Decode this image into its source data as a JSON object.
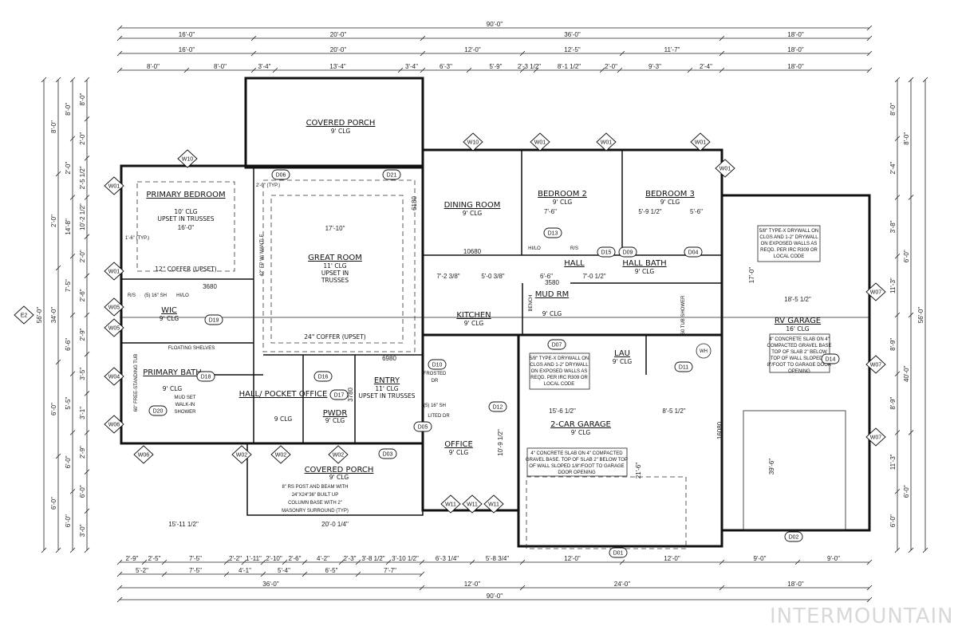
{
  "dims_top": [
    [
      "90'-0\""
    ],
    [
      "16'-0\"",
      "20'-0\"",
      "36'-0\"",
      "18'-0\""
    ],
    [
      "16'-0\"",
      "20'-0\"",
      "12'-0\"",
      "12'-5\"",
      "11'-7\"",
      "18'-0\""
    ],
    [
      "8'-0\"",
      "8'-0\"",
      "3'-4\"",
      "13'-4\"",
      "3'-4\"",
      "6'-3\"",
      "5'-9\"",
      "2'-3 1/2\"",
      "8'-1 1/2\"",
      "2'-0\"",
      "9'-3\"",
      "2'-4\"",
      "18'-0\""
    ]
  ],
  "dims_bottom": [
    [
      "2'-9\"",
      "2'-5\"",
      "7'-5\"",
      "2'-2\"",
      "1'-11\"",
      "2'-10\"",
      "2'-6\"",
      "4'-2\"",
      "2'-3\"",
      "3'-8 1/2\"",
      "3'-10 1/2\"",
      "6'-3 1/4\"",
      "5'-8 3/4\"",
      "12'-0\"",
      "12'-0\"",
      "9'-0\"",
      "9'-0\""
    ],
    [
      "5'-2\"",
      "7'-5\"",
      "4'-1\"",
      "5'-4\"",
      "6'-5\"",
      "7'-7\""
    ],
    [
      "36'-0\"",
      "12'-0\"",
      "24'-0\"",
      "18'-0\""
    ],
    [
      "90'-0\""
    ]
  ],
  "dims_left": [
    [
      "56'-0\""
    ],
    [
      "8'-0\"",
      "2'-0\"",
      "34'-0\"",
      "6'-0\"",
      "6'-0\""
    ],
    [
      "8'-0\"",
      "2'-0\"",
      "14'-8\"",
      "7'-5\"",
      "6'-6\"",
      "5'-5\"",
      "6'-0\"",
      "6'-0\""
    ],
    [
      "8'-0\"",
      "2'-0\"",
      "2'-5 1/2\"",
      "10'-2 1/2\"",
      "2'-0\"",
      "2'-6\"",
      "2'-9\"",
      "3'-5\"",
      "3'-1\"",
      "2'-9\"",
      "6'-0\"",
      "3'-0\""
    ]
  ],
  "dims_right": [
    [
      "8'-0\"",
      "2'-4\"",
      "3'-8\"",
      "11'-3\"",
      "8'-9\"",
      "8'-9\"",
      "11'-3\"",
      "6'-0\""
    ],
    [
      "8'-0\"",
      "6'-0\"",
      "40'-0\"",
      "6'-0\""
    ],
    [
      "56'-0\""
    ]
  ],
  "rooms": {
    "covered_porch_rear": {
      "name": "COVERED PORCH",
      "clg": "9' CLG"
    },
    "primary_bedroom": {
      "name": "PRIMARY BEDROOM",
      "clg": "10' CLG",
      "note": "UPSET IN TRUSSES",
      "coffer": "12\" COFFER (UPSET)"
    },
    "great_room": {
      "name": "GREAT ROOM",
      "clg": "11' CLG",
      "note1": "UPSET IN",
      "note2": "TRUSSES",
      "coffer": "24\" COFFER (UPSET)"
    },
    "dining_room": {
      "name": "DINING ROOM",
      "clg": "9' CLG"
    },
    "bedroom2": {
      "name": "BEDROOM 2",
      "clg": "9' CLG"
    },
    "bedroom3": {
      "name": "BEDROOM 3",
      "clg": "9' CLG"
    },
    "hall": {
      "name": "HALL"
    },
    "hall_bath": {
      "name": "HALL BATH",
      "clg": "9' CLG"
    },
    "kitchen": {
      "name": "KITCHEN",
      "clg": "9' CLG"
    },
    "mud_rm": {
      "name": "MUD RM",
      "clg": "9' CLG"
    },
    "lau": {
      "name": "LAU",
      "clg": "9' CLG"
    },
    "wic": {
      "name": "WIC",
      "clg": "9' CLG"
    },
    "primary_bath": {
      "name": "PRIMARY BATH",
      "clg": "9' CLG"
    },
    "hall_pocket_office": {
      "name": "HALL/ POCKET OFFICE",
      "clg": "9 CLG"
    },
    "pwdr": {
      "name": "PWDR",
      "clg": "9' CLG"
    },
    "entry": {
      "name": "ENTRY",
      "clg": "11' CLG",
      "note": "UPSET IN TRUSSES"
    },
    "office": {
      "name": "OFFICE",
      "clg": "9' CLG"
    },
    "covered_porch_front": {
      "name": "COVERED PORCH",
      "clg": "9' CLG"
    },
    "two_car_garage": {
      "name": "2-CAR GARAGE",
      "clg": "9' CLG"
    },
    "rv_garage": {
      "name": "RV GARAGE",
      "clg": "16' CLG"
    }
  },
  "notes": {
    "drywall_rv": [
      "5/8\" TYPE-X DRYWALL ON",
      "CLGS AND 1-2\" DRYWALL",
      "ON EXPOSED WALLS AS",
      "REQD. PER IRC R309 OR",
      "LOCAL CODE"
    ],
    "drywall_garage": [
      "5/8\" TYPE-X DRYWALL ON",
      "CLGS AND 1-2\" DRYWALL",
      "ON EXPOSED WALLS AS",
      "REQD. PER IRC R309 OR",
      "LOCAL CODE"
    ],
    "slab_rv": [
      "4\" CONCRETE SLAB ON 4\"",
      "COMPACTED GRAVEL BASE",
      "TOP OF SLAB 2\" BELOW",
      "TOP OF WALL SLOPED 1/",
      "8\"/FOOT TO GARAGE DOOR",
      "OPENING"
    ],
    "slab_garage": [
      "4\" CONCRETE SLAB ON 4\" COMPACTED",
      "GRAVEL BASE.  TOP OF SLAB 2\" BELOW TOP",
      "OF WALL SLOPED 1/8\"/FOOT TO GARAGE",
      "DOOR OPENING"
    ],
    "porch_post": [
      "8\" RS POST AND BEAM WITH",
      "24\"X24\"36\" BUILT UP",
      "COLUMN BASE WITH 2\"",
      "MASONRY SURROUND (TYP)"
    ],
    "mud_set": [
      "MUD SET",
      "WALK-IN",
      "SHOWER"
    ],
    "floating_shelves": "FLOATING SHELVES",
    "fireplace": "42\" FP W/ MANTLE",
    "tub": "60\" FREE-STANDING TUB",
    "bench": "BENCH",
    "frosted": [
      "FROSTED",
      "DR"
    ],
    "lited": "LITED DR",
    "shelf": "(5) 16\" SH",
    "hilo": "HI/LO",
    "rs": "R/S",
    "coffer_typ": "2'-0\" (TYP.)",
    "coffer_typ2": "1'-6\" (TYP.)",
    "wh": "WH",
    "tub_shower": "60 TUB SHOWER"
  },
  "interior_dims": [
    "17'-10\"",
    "16'-0\"",
    "10680",
    "3680",
    "3580",
    "3780",
    "6980",
    "6180",
    "15'-6 1/2\"",
    "8'-5 1/2\"",
    "18'-5 1/2\"",
    "17'-0\"",
    "21'-6\"",
    "16080",
    "39'-6\"",
    "15'-11 1/2\"",
    "20'-0 1/4\"",
    "7'-6\"",
    "5'-9 1/2\"",
    "5'-6\"",
    "7'-2 3/8\"",
    "5'-0 3/8\"",
    "6'-6\"",
    "7'-0 1/2\"",
    "10'-9 1/2\""
  ],
  "tags": {
    "W10a": "W10",
    "W10b": "W10",
    "W01a": "W01",
    "W01b": "W01",
    "W01c": "W01",
    "W01d": "W01",
    "W01e": "W01",
    "W01f": "W01",
    "W05a": "W05",
    "W05b": "W05",
    "W04": "W04",
    "W06a": "W06",
    "W06b": "W06",
    "W02a": "W02",
    "W02b": "W02",
    "W02c": "W02",
    "W07a": "W07",
    "W07b": "W07",
    "W07c": "W07",
    "W11a": "W11",
    "W11b": "W11",
    "W11c": "W11",
    "E2": "E2",
    "D01": "D01",
    "D02": "D02",
    "D03": "D03",
    "D04": "D04",
    "D05": "D05",
    "D06": "D06",
    "D07": "D07",
    "D09": "D09",
    "D10": "D10",
    "D11": "D11",
    "D12": "D12",
    "D13": "D13",
    "D14": "D14",
    "D15": "D15",
    "D16": "D16",
    "D17": "D17",
    "D18": "D18",
    "D19": "D19",
    "D20": "D20",
    "D21": "D21"
  },
  "watermark": "INTERMOUNTAIN"
}
